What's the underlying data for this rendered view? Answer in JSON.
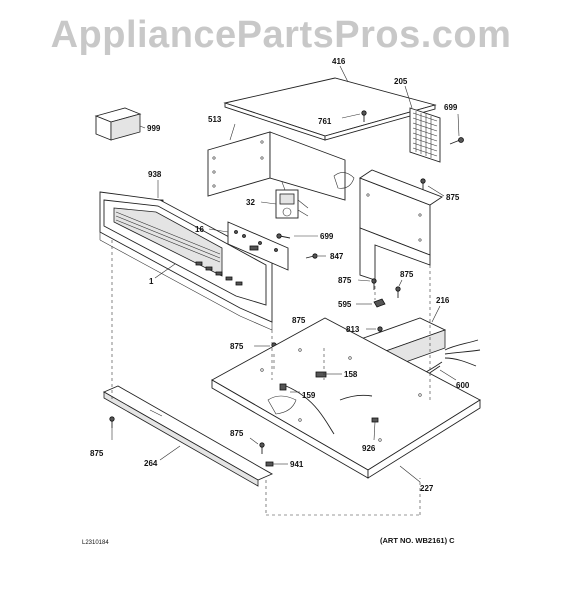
{
  "watermark": "AppliancePartsPros.com",
  "drawing_code": "L2310184",
  "art_no": "(ART NO. WB2161) C",
  "parts": [
    {
      "id": "p999",
      "label": "999"
    },
    {
      "id": "p513",
      "label": "513"
    },
    {
      "id": "p416",
      "label": "416"
    },
    {
      "id": "p205",
      "label": "205"
    },
    {
      "id": "p699a",
      "label": "699"
    },
    {
      "id": "p761",
      "label": "761"
    },
    {
      "id": "p875a",
      "label": "875"
    },
    {
      "id": "p938",
      "label": "938"
    },
    {
      "id": "p32",
      "label": "32"
    },
    {
      "id": "p16",
      "label": "16"
    },
    {
      "id": "p699b",
      "label": "699"
    },
    {
      "id": "p847",
      "label": "847"
    },
    {
      "id": "p1",
      "label": "1"
    },
    {
      "id": "p875b",
      "label": "875"
    },
    {
      "id": "p875c",
      "label": "875"
    },
    {
      "id": "p595",
      "label": "595"
    },
    {
      "id": "p216",
      "label": "216"
    },
    {
      "id": "p813",
      "label": "813"
    },
    {
      "id": "p875d",
      "label": "875"
    },
    {
      "id": "p875e",
      "label": "875"
    },
    {
      "id": "p158",
      "label": "158"
    },
    {
      "id": "p600",
      "label": "600"
    },
    {
      "id": "p159",
      "label": "159"
    },
    {
      "id": "p875f",
      "label": "875"
    },
    {
      "id": "p264",
      "label": "264"
    },
    {
      "id": "p875g",
      "label": "875"
    },
    {
      "id": "p941",
      "label": "941"
    },
    {
      "id": "p926",
      "label": "926"
    },
    {
      "id": "p227",
      "label": "227"
    }
  ]
}
